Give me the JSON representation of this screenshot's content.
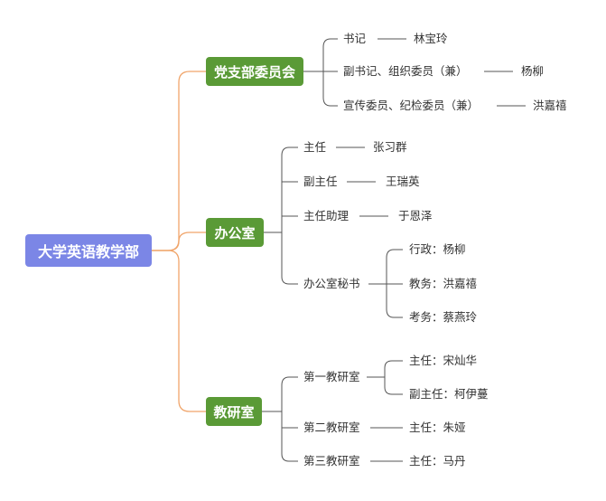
{
  "root": "大学英语教学部",
  "branches": [
    {
      "label": "党支部委员会",
      "children": [
        {
          "label": "书记",
          "name": "林宝玲"
        },
        {
          "label": "副书记、组织委员（兼）",
          "name": "杨柳"
        },
        {
          "label": "宣传委员、纪检委员（兼）",
          "name": "洪嘉禧"
        }
      ]
    },
    {
      "label": "办公室",
      "children": [
        {
          "label": "主任",
          "name": "张习群"
        },
        {
          "label": "副主任",
          "name": "王瑞英"
        },
        {
          "label": "主任助理",
          "name": "于恩泽"
        },
        {
          "label": "办公室秘书",
          "subs": [
            "行政：杨柳",
            "教务：洪嘉禧",
            "考务：蔡燕玲"
          ]
        }
      ]
    },
    {
      "label": "教研室",
      "children": [
        {
          "label": "第一教研室",
          "subs": [
            "主任：宋灿华",
            "副主任：柯伊蔓"
          ]
        },
        {
          "label": "第二教研室",
          "subs": [
            "主任：朱娅"
          ]
        },
        {
          "label": "第三教研室",
          "subs": [
            "主任：马丹"
          ]
        }
      ]
    }
  ],
  "colors": {
    "root": "#7b86e6",
    "branch": "#5a9a36",
    "root_connector": "#f0a56b",
    "line": "#555555"
  }
}
